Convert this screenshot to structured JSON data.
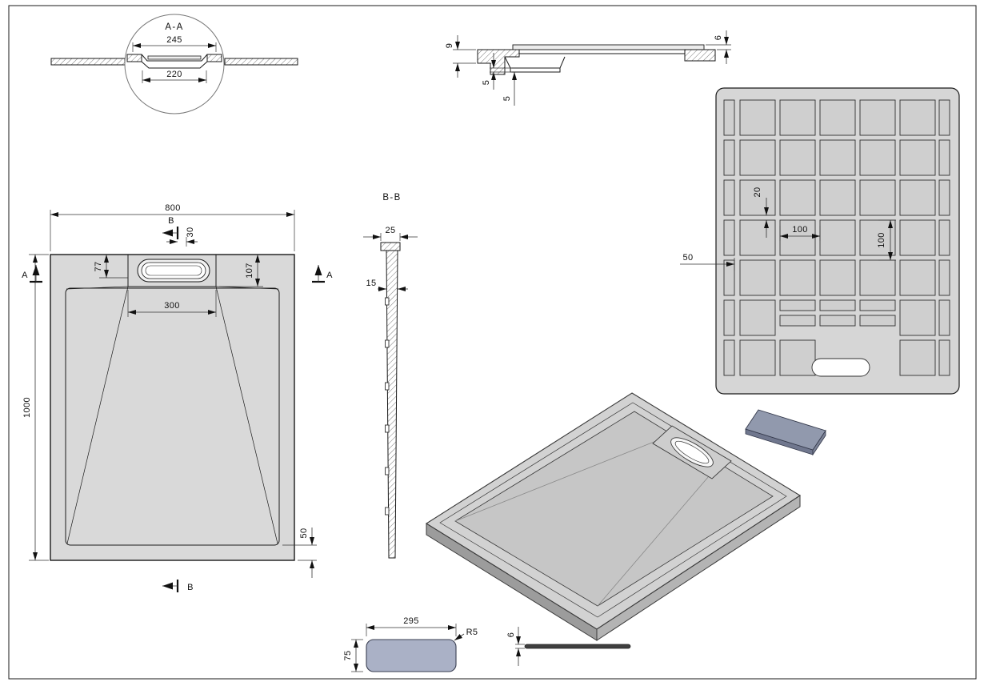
{
  "detail_aa": {
    "title": "A-A",
    "dim_outer_width": "245",
    "dim_inner_width": "220"
  },
  "section_top": {
    "dim_height_9": "9",
    "dim_step_5a": "5",
    "dim_step_5b": "5",
    "dim_plate_6": "6"
  },
  "bottom_view": {
    "dim_rib_20": "20",
    "dim_pitch_h_100": "100",
    "dim_pitch_v_100": "100",
    "dim_edge_50": "50"
  },
  "plan_view": {
    "dim_width_800": "800",
    "dim_length_1000": "1000",
    "dim_77": "77",
    "dim_30": "30",
    "dim_107": "107",
    "dim_drain_300": "300",
    "dim_edge_50": "50",
    "section_label_a": "A",
    "section_label_b": "B"
  },
  "section_bb": {
    "title": "B-B",
    "dim_width_25": "25",
    "dim_wall_15": "15"
  },
  "cover_plan": {
    "dim_length_295": "295",
    "dim_width_75": "75",
    "radius_label": "R5"
  },
  "cover_side": {
    "dim_thickness_6": "6"
  },
  "colors": {
    "part_gray": "#d9d9d9",
    "grid_plate": "#d6d6d6",
    "iso_top": "#d2d2d2",
    "iso_floor": "#c6c6c6",
    "iso_side_dark": "#9c9c9c",
    "iso_side_mid": "#b4b4b4",
    "iso_recess": "#cdcdcd",
    "cover_blue_gray": "#aab1c6",
    "cover_iso_top": "#9199ad",
    "cover_iso_side": "#70778e",
    "cover_iso_end": "#7d8498",
    "cover_side_dark": "#3f3f3f"
  }
}
